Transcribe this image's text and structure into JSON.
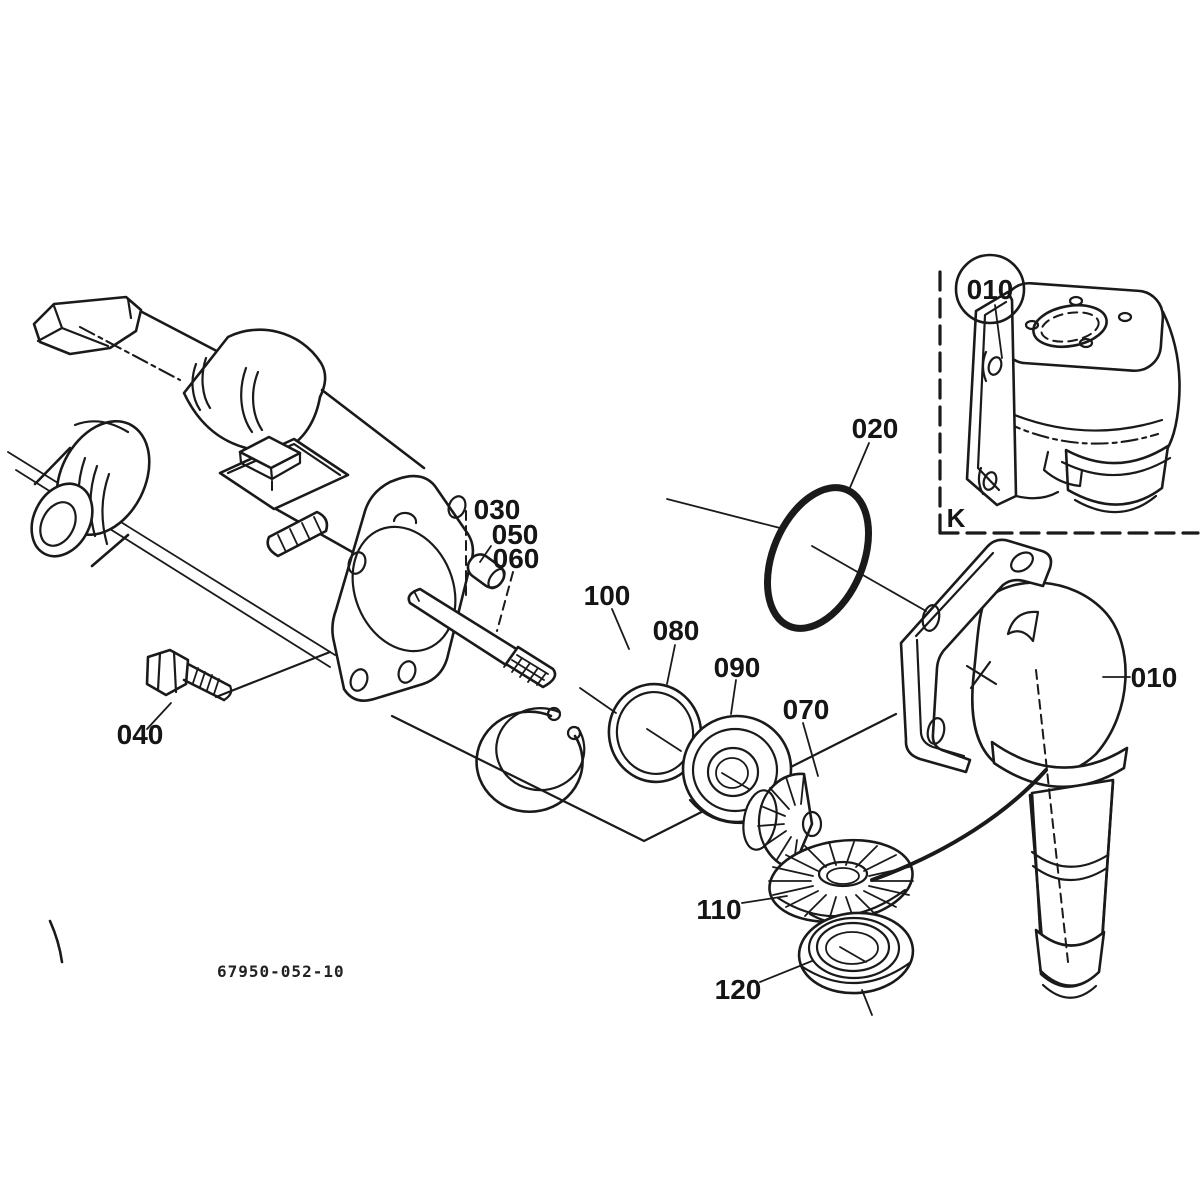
{
  "diagram": {
    "drawing_number": "67950-052-10",
    "inset_letter": "K",
    "labels": {
      "p010": "010",
      "p020": "020",
      "p030": "030",
      "p040": "040",
      "p050": "050",
      "p060": "060",
      "p070": "070",
      "p080": "080",
      "p090": "090",
      "p100": "100",
      "p110": "110",
      "p120": "120"
    },
    "colors": {
      "line": "#1a1a1a",
      "background": "#ffffff",
      "highlight": "#cb1f1f"
    }
  }
}
